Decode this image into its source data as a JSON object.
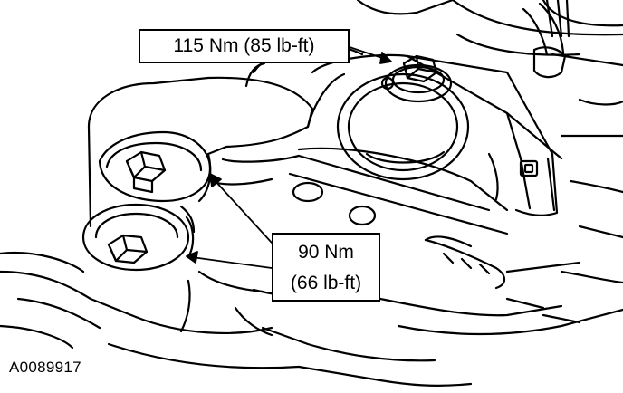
{
  "callouts": {
    "bolt_top": "115 Nm (85 lb-ft)",
    "link_bolts_line1": "90 Nm",
    "link_bolts_line2": "(66 lb-ft)"
  },
  "figure_id": "A0089917",
  "colors": {
    "ink": "#000000",
    "paper": "#ffffff"
  }
}
